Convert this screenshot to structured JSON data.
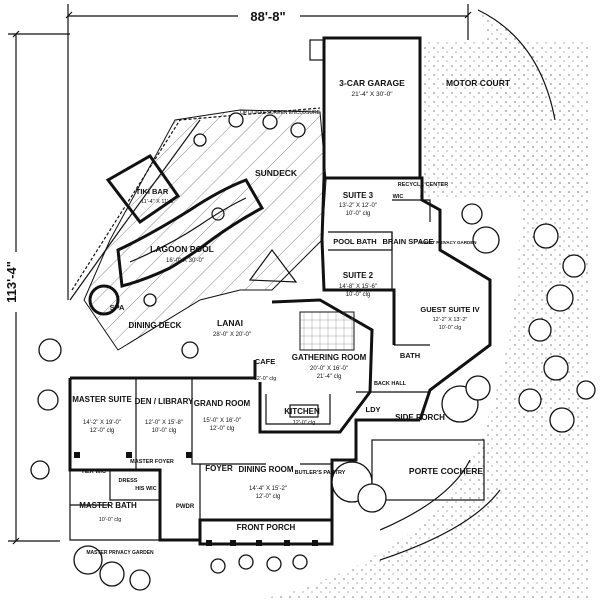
{
  "dimensions": {
    "width_label": "88'-8\"",
    "height_label": "113'-4\""
  },
  "rooms": {
    "garage": {
      "name": "3-CAR GARAGE",
      "size": "21'-4\" X 30'-0\""
    },
    "motor_court": {
      "name": "MOTOR COURT"
    },
    "screen_note": {
      "text": "OPTIONAL SCREEN ENCLOSURE"
    },
    "sundeck": {
      "name": "SUNDECK"
    },
    "tiki_bar": {
      "name": "TIKI BAR",
      "size": "11'-4\" X 11'-5\""
    },
    "lagoon_pool": {
      "name": "LAGOON POOL",
      "size": "16'-0\" X 30'-0\""
    },
    "suite3": {
      "name": "SUITE 3",
      "size": "13'-2\" X 12'-0\"",
      "clg": "10'-0\" clg"
    },
    "recycle": {
      "name": "RECYCLE CENTER"
    },
    "wic3": {
      "name": "WIC"
    },
    "pool_bath": {
      "name": "POOL BATH"
    },
    "brain_space": {
      "name": "BRAIN SPACE"
    },
    "guest_privacy": {
      "name": "GUEST PRIVACY GARDEN"
    },
    "spa": {
      "name": "SPA"
    },
    "suite2": {
      "name": "SUITE 2",
      "size": "14'-8\" X 15'-6\"",
      "clg": "10'-0\" clg"
    },
    "guest_suite": {
      "name": "GUEST SUITE IV",
      "size": "12'-2\" X 13'-2\"",
      "clg": "10'-0\" clg"
    },
    "dining_deck": {
      "name": "DINING DECK"
    },
    "lanai": {
      "name": "LANAI",
      "size": "28'-0\" X 20'-0\""
    },
    "cafe": {
      "name": "CAFE",
      "clg": "12'-0\" clg"
    },
    "gathering": {
      "name": "GATHERING ROOM",
      "size": "20'-0\" X 16'-0\"",
      "clg": "21'-4\" clg"
    },
    "bath": {
      "name": "BATH"
    },
    "back_hall": {
      "name": "BACK HALL"
    },
    "master_suite": {
      "name": "MASTER SUITE",
      "size": "14'-2\" X 19'-0\"",
      "clg": "12'-0\" clg"
    },
    "den": {
      "name": "DEN / LIBRARY",
      "size": "12'-0\" X 15'-8\"",
      "clg": "10'-0\" clg"
    },
    "grand_room": {
      "name": "GRAND ROOM",
      "size": "15'-0\" X 16'-0\"",
      "clg": "12'-0\" clg"
    },
    "kitchen": {
      "name": "KITCHEN",
      "clg": "12'-0\" clg"
    },
    "ldy": {
      "name": "LDY"
    },
    "side_porch": {
      "name": "SIDE PORCH"
    },
    "her_wic": {
      "name": "HER WIC"
    },
    "master_foyer": {
      "name": "MASTER FOYER"
    },
    "foyer": {
      "name": "FOYER"
    },
    "dining_room": {
      "name": "DINING ROOM",
      "size": "14'-4\" X 15'-2\"",
      "clg": "12'-0\" clg"
    },
    "butlers": {
      "name": "BUTLER'S PANTRY"
    },
    "porte_cochere": {
      "name": "PORTE COCHERE"
    },
    "dress": {
      "name": "DRESS"
    },
    "his_wic": {
      "name": "HIS WIC"
    },
    "pwdr": {
      "name": "PWDR"
    },
    "master_bath": {
      "name": "MASTER BATH",
      "clg": "10'-0\" clg"
    },
    "front_porch": {
      "name": "FRONT PORCH"
    },
    "master_privacy": {
      "name": "MASTER PRIVACY GARDEN"
    }
  }
}
